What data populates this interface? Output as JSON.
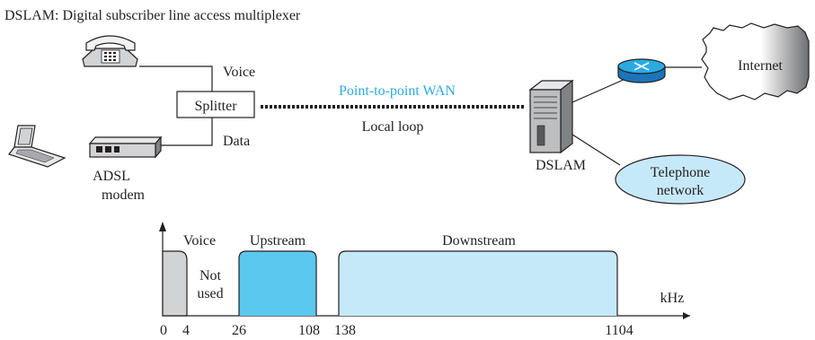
{
  "caption": "DSLAM: Digital subscriber line access multiplexer",
  "labels": {
    "voice": "Voice",
    "data": "Data",
    "splitter": "Splitter",
    "wan": "Point-to-point WAN",
    "local_loop": "Local loop",
    "dslam": "DSLAM",
    "internet": "Internet",
    "telephone_network_line1": "Telephone",
    "telephone_network_line2": "network",
    "adsl_line1": "ADSL",
    "adsl_line2": "modem"
  },
  "spectrum": {
    "bands": [
      {
        "name": "Voice",
        "from": 0,
        "to": 4,
        "color": "#d1d3d4"
      },
      {
        "name": "Upstream",
        "from": 26,
        "to": 108,
        "color": "#5bc8f0"
      },
      {
        "name": "Downstream",
        "from": 138,
        "to": 1104,
        "color": "#c6e9f9"
      }
    ],
    "gap_label_line1": "Not",
    "gap_label_line2": "used",
    "unit": "kHz",
    "ticks": [
      "0",
      "4",
      "26",
      "108",
      "138",
      "1104"
    ]
  },
  "colors": {
    "wan_label": "#29abe2",
    "upstream": "#5bc8f0",
    "downstream": "#c6e9f9",
    "voice_band": "#d1d3d4",
    "telephone_network": "#c6e9f9",
    "router": "#29abe2"
  },
  "icons": [
    "telephone-icon",
    "laptop-icon",
    "adsl-modem-icon",
    "dslam-server-icon",
    "router-icon",
    "internet-cloud-icon"
  ]
}
